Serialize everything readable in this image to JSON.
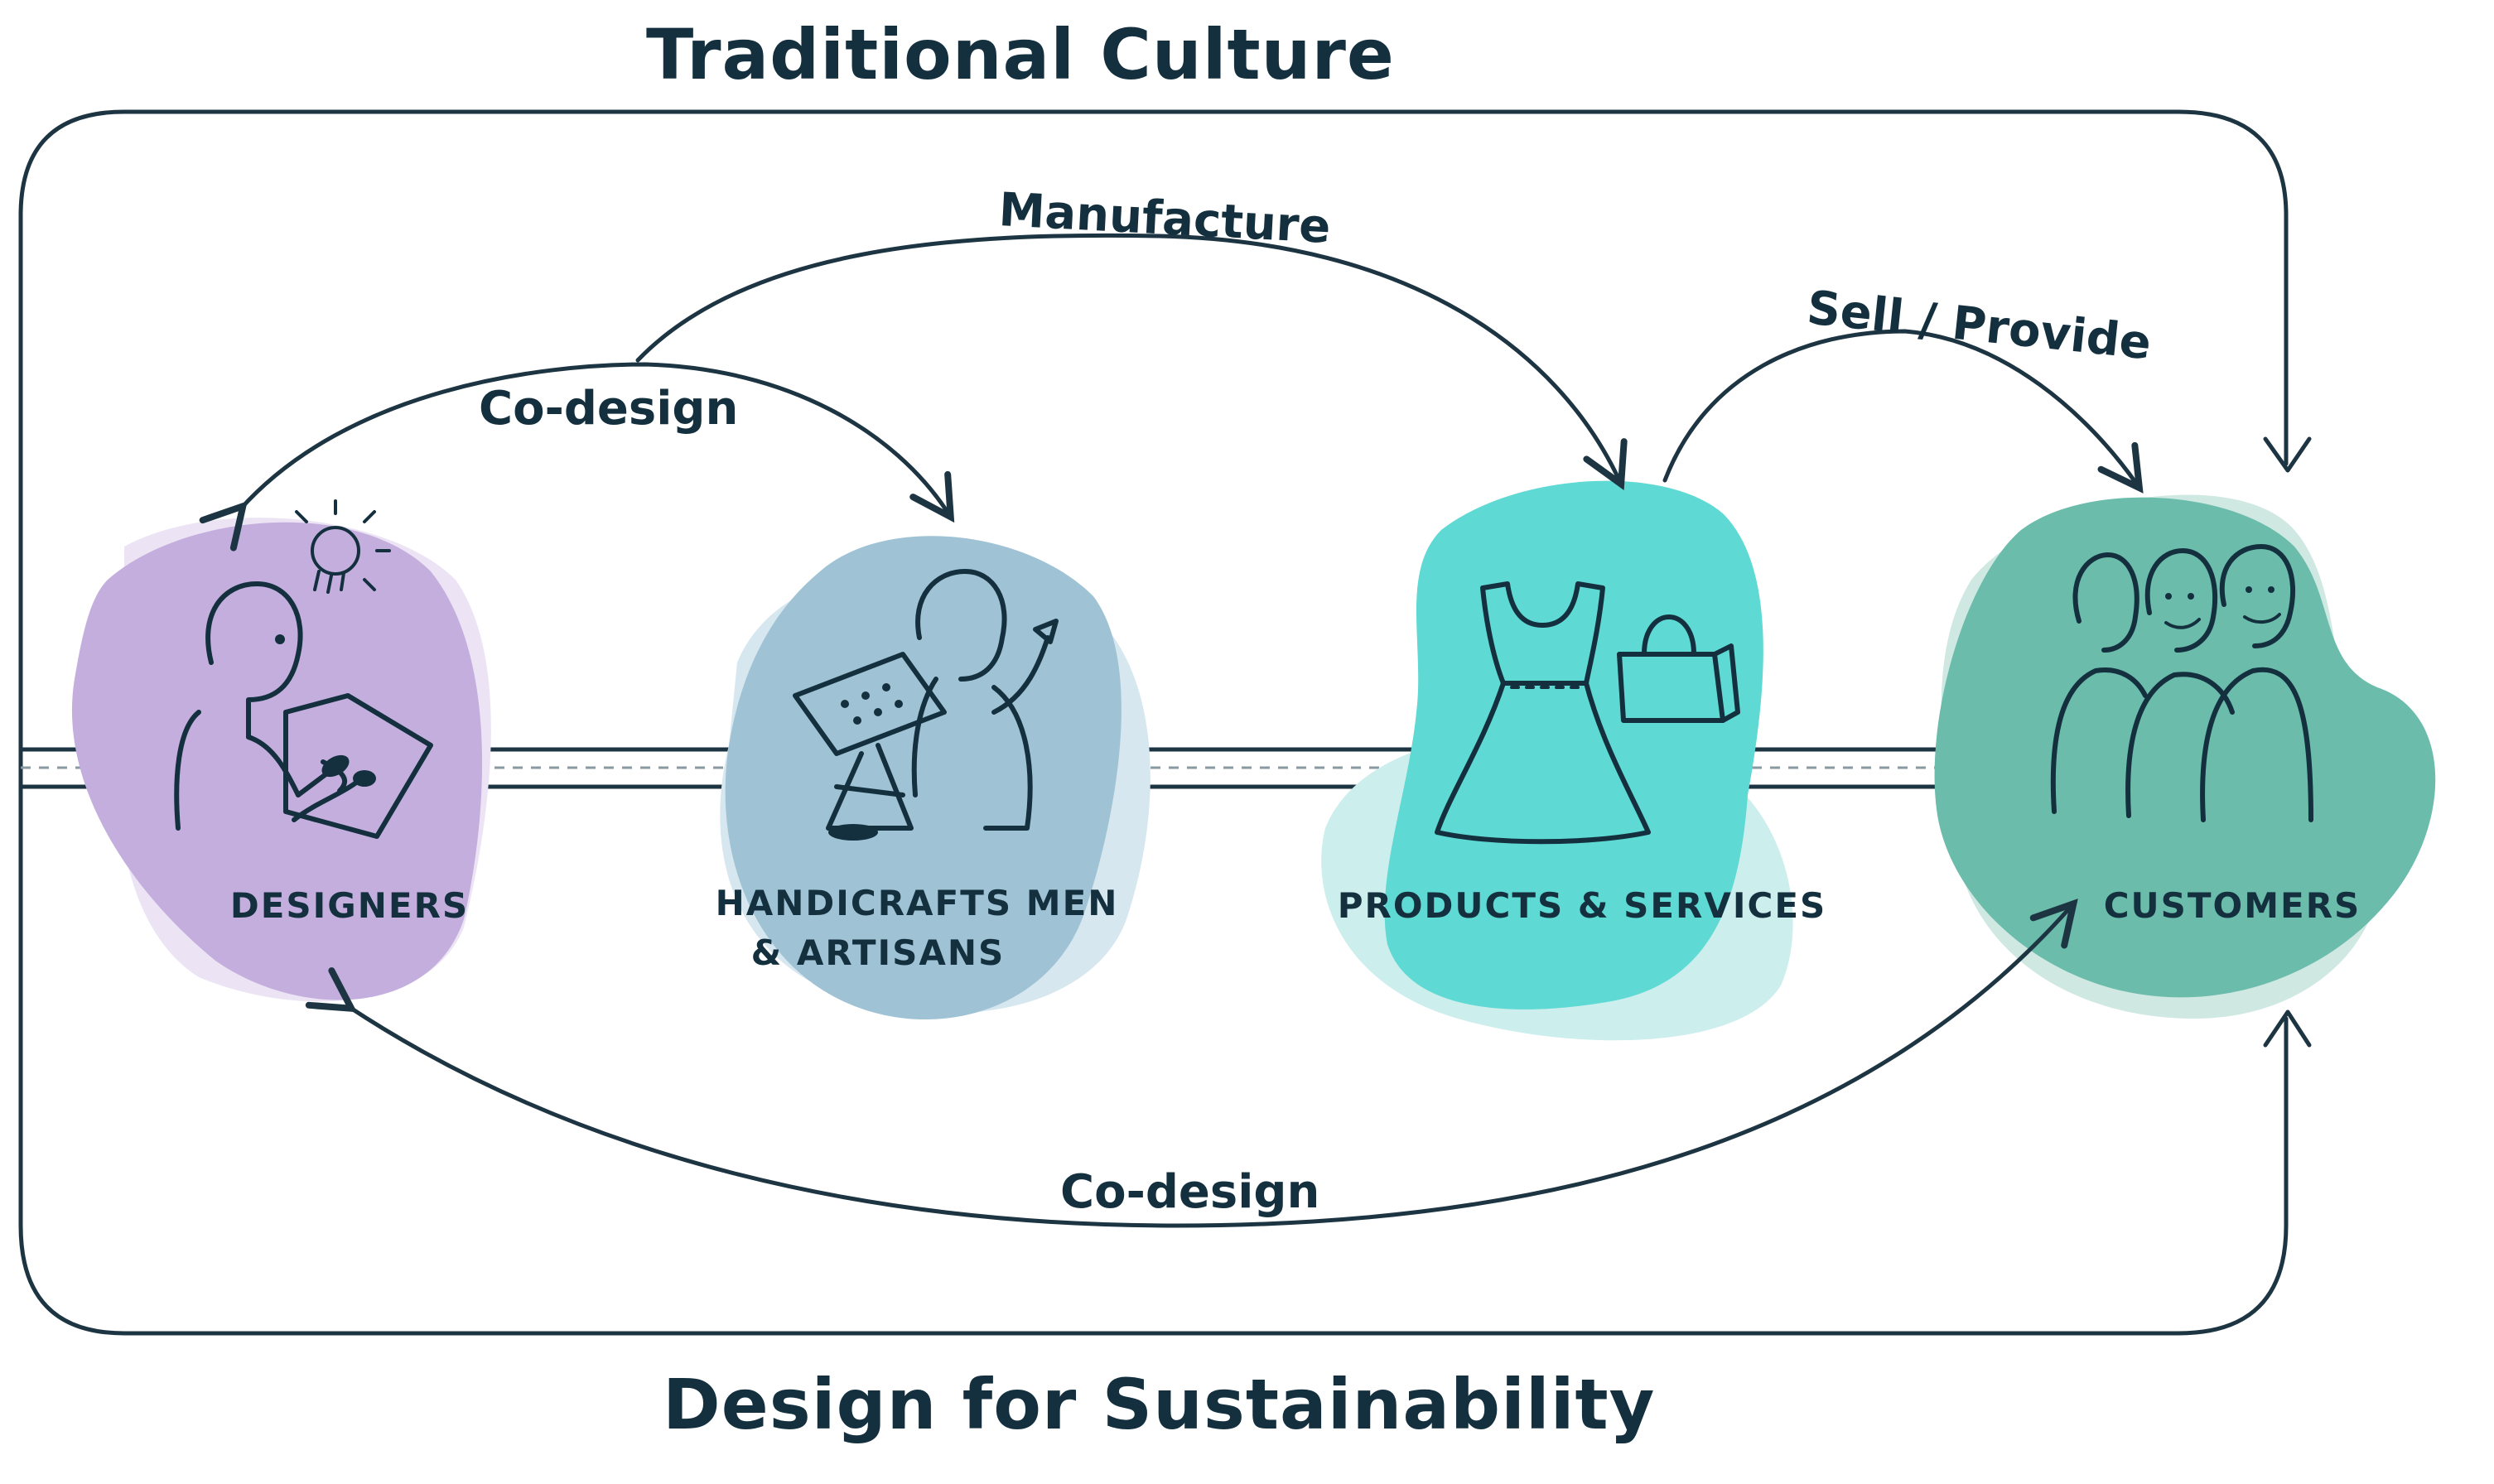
{
  "top_title": "Traditional Culture",
  "bottom_title": "Design for Sustainability",
  "nodes": [
    {
      "id": "designers",
      "label": "DESIGNERS",
      "color": "#c3aedd",
      "shadow": "#ece4f4"
    },
    {
      "id": "artisans",
      "label_line1": "HANDICRAFTS MEN",
      "label_line2": "& ARTISANS",
      "color": "#9fc3d5",
      "shadow": "#d7e7ef"
    },
    {
      "id": "products",
      "label": "PRODUCTS & SERVICES",
      "color": "#5fd9d3",
      "shadow": "#cceeed"
    },
    {
      "id": "customers",
      "label": "CUSTOMERS",
      "color": "#6bbcab",
      "shadow": "#cfe8e2"
    }
  ],
  "edges": {
    "codesign_top": "Co-design",
    "manufacture": "Manufacture",
    "sell_provide": "Sell / Provide",
    "codesign_bottom": "Co-design"
  },
  "colors": {
    "ink": "#14303f",
    "frame": "#1d3542"
  }
}
